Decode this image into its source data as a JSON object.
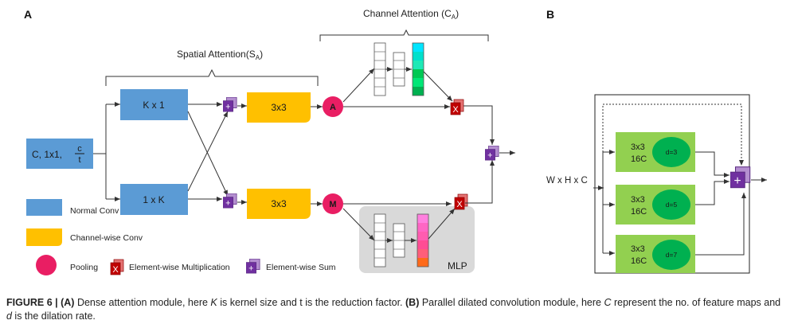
{
  "panel_a": {
    "label": "A",
    "channel_attention": {
      "text": "Channel Attention (C",
      "sub": "A",
      "close": ")"
    },
    "spatial_attention": {
      "text": "Spatial Attention(S",
      "sub": "A",
      "close": ")"
    },
    "input_block": {
      "text": "C, 1x1,",
      "frac_num": "c",
      "frac_den": "t"
    },
    "kx1": "K x 1",
    "oxk": "1 x K",
    "conv_top": "3x3",
    "conv_bottom": "3x3",
    "pool_avg": "A",
    "pool_max": "M",
    "mlp": "MLP",
    "sum_symbol": "+",
    "mult_symbol": "X",
    "legend": {
      "normal_conv": "Normal Conv",
      "channel_conv": "Channel-wise Conv",
      "pooling": "Pooling",
      "elem_mult": "Element-wise Multiplication",
      "elem_sum": "Element-wise Sum"
    }
  },
  "panel_b": {
    "label": "B",
    "input": "W x H x C",
    "branches": [
      {
        "conv": "3x3",
        "channels": "16C",
        "dilation": "d=3"
      },
      {
        "conv": "3x3",
        "channels": "16C",
        "dilation": "d=5"
      },
      {
        "conv": "3x3",
        "channels": "16C",
        "dilation": "d=7"
      }
    ]
  },
  "colors": {
    "normal_conv": "#5b9bd5",
    "channel_conv": "#ffc000",
    "pooling": "#e91e63",
    "sum": "#7030a0",
    "mult": "#c00000",
    "dilated_box": "#92d050",
    "dilated_ellipse": "#00b050"
  },
  "caption": {
    "fig": "FIGURE 6 |",
    "a": "(A)",
    "a_text": " Dense attention module, here ",
    "k": "K",
    "k_text": " is kernel size and t is the reduction factor. ",
    "b": "(B)",
    "b_text": " Parallel dilated convolution module, here ",
    "c": "C",
    "c_text": " represent the no. of feature maps and ",
    "d": "d",
    "d_text": " is the dilation rate."
  }
}
